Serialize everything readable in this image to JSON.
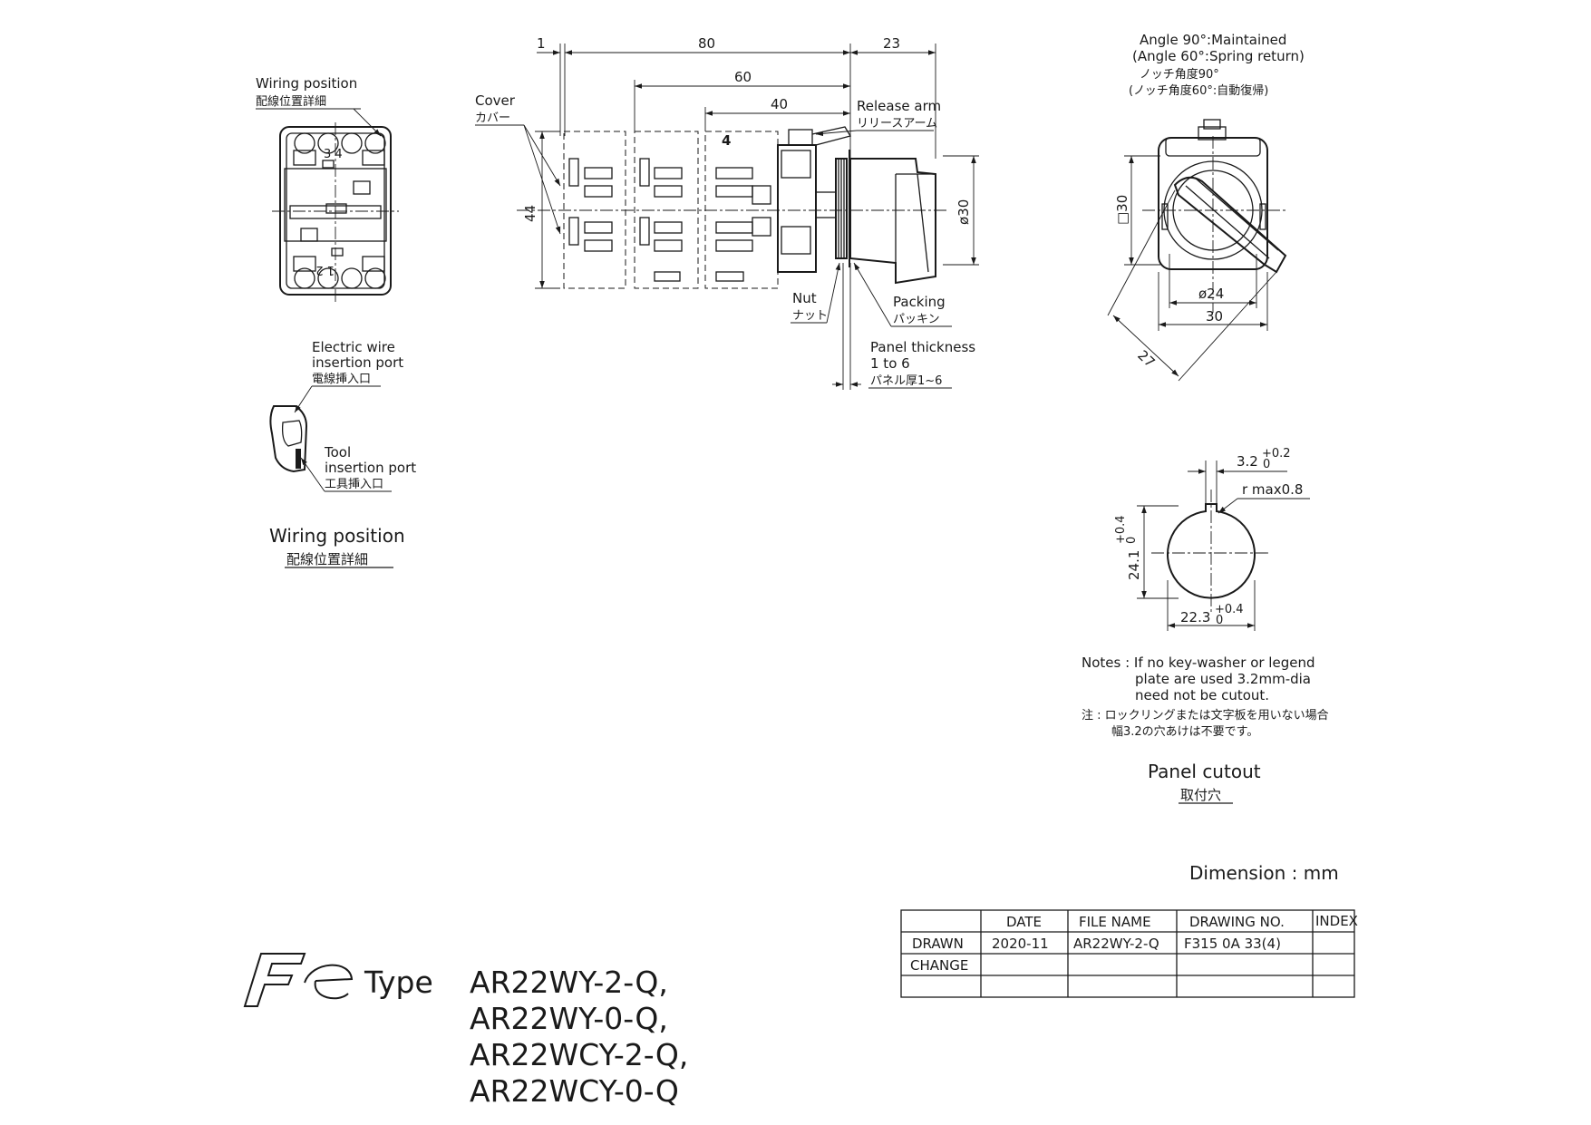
{
  "views": {
    "wiring_top": {
      "title": "Wiring position",
      "title_jp": "配線位置詳細",
      "pos_top": "3 4",
      "pos_bottom": "1 2"
    },
    "wiring_detail": {
      "electric_wire_1": "Electric wire",
      "electric_wire_2": "insertion port",
      "electric_wire_jp": "電線挿入口",
      "tool_1": "Tool",
      "tool_2": "insertion port",
      "tool_jp": "工具挿入口",
      "caption": "Wiring position",
      "caption_jp": "配線位置詳細"
    },
    "side": {
      "dim_1": "1",
      "dim_80": "80",
      "dim_23": "23",
      "dim_60": "60",
      "dim_40": "40",
      "dim_44": "44",
      "dim_phi30": "ø30",
      "block_number": "4",
      "cover": "Cover",
      "cover_jp": "カバー",
      "release_arm": "Release arm",
      "release_arm_jp": "リリースアーム",
      "nut": "Nut",
      "nut_jp": "ナット",
      "packing": "Packing",
      "packing_jp": "パッキン",
      "panel_thickness_1": "Panel thickness",
      "panel_thickness_2": "1 to 6",
      "panel_thickness_jp": "パネル厚1~6"
    },
    "front": {
      "angle_1": "Angle 90°:Maintained",
      "angle_2": "(Angle 60°:Spring return)",
      "angle_jp_1": "ノッチ角度90°",
      "angle_jp_2": "(ノッチ角度60°:自動復帰)",
      "dim_sq30": "□30",
      "dim_phi24": "ø24",
      "dim_30": "30",
      "dim_27": "27"
    },
    "cutout": {
      "dim_key": "3.2",
      "dim_key_tol": "+0.2",
      "dim_key_tol0": "0",
      "dim_r": "r max0.8",
      "dim_v": "24.1",
      "dim_v_tol": "+0.4",
      "dim_v_tol0": "0",
      "dim_h": "22.3",
      "dim_h_tol": "+0.4",
      "dim_h_tol0": "0",
      "notes_1": "Notes : If no key-washer or legend",
      "notes_2": "plate are used 3.2mm-dia",
      "notes_3": "need not be cutout.",
      "notes_jp_1": "注 : ロックリングまたは文字板を用いない場合",
      "notes_jp_2": "幅3.2の穴あけは不要です。",
      "caption": "Panel cutout",
      "caption_jp": "取付穴"
    }
  },
  "dimension_unit": "Dimension : mm",
  "title_block": {
    "headers": [
      "",
      "DATE",
      "FILE NAME",
      "DRAWING NO.",
      "INDEX"
    ],
    "rows": [
      [
        "DRAWN",
        "2020-11",
        "AR22WY-2-Q",
        "F315 0A 33(4)",
        ""
      ],
      [
        "CHANGE",
        "",
        "",
        "",
        ""
      ],
      [
        "",
        "",
        "",
        "",
        ""
      ]
    ]
  },
  "type_label": "Type",
  "type_models": [
    "AR22WY-2-Q,",
    "AR22WY-0-Q,",
    "AR22WCY-2-Q,",
    "AR22WCY-0-Q"
  ]
}
